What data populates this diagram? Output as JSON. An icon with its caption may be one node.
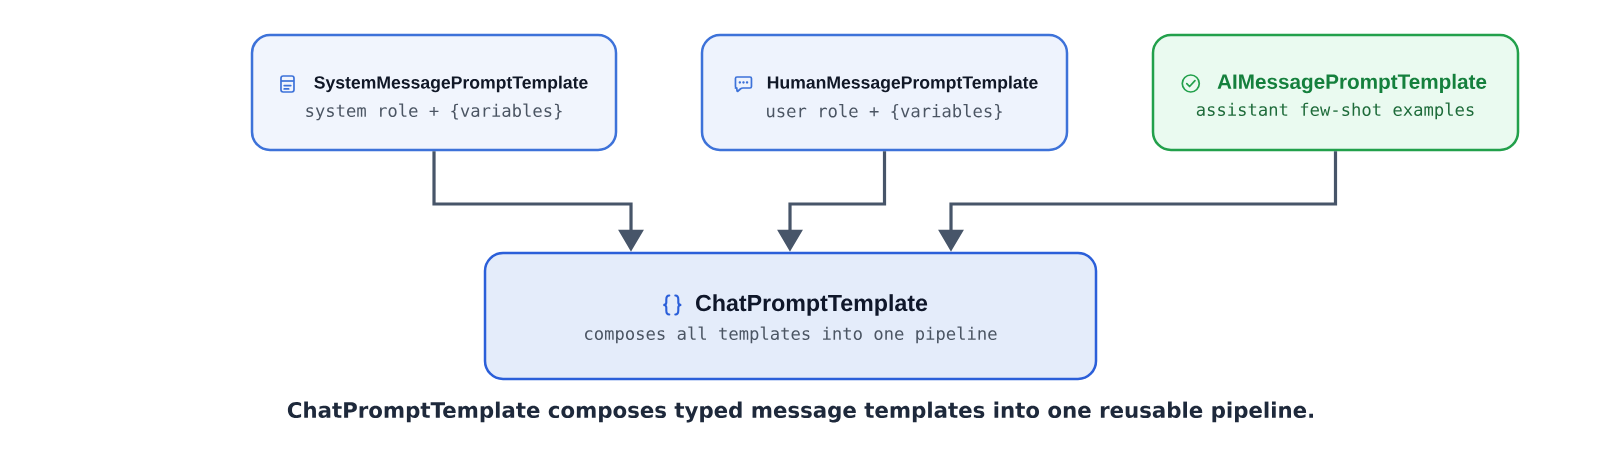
{
  "diagram": {
    "caption": "ChatPromptTemplate composes typed message templates into one reusable pipeline.",
    "nodes": [
      {
        "text": [
          "SystemMessagePromptTemplate",
          "system role + {variables}"
        ]
      },
      {
        "text": [
          "HumanMessagePromptTemplate",
          "user role + {variables}"
        ]
      },
      {
        "text": [
          "AIMessagePromptTemplate",
          "assistant few-shot examples"
        ]
      },
      {
        "text": [
          "ChatPromptTemplate",
          "composes all templates into one pipeline"
        ]
      }
    ],
    "edges": [
      {
        "from": 0,
        "to": 3,
        "arrow": "to"
      },
      {
        "from": 1,
        "to": 3,
        "arrow": "to"
      },
      {
        "from": 2,
        "to": 3,
        "arrow": "to"
      }
    ]
  }
}
